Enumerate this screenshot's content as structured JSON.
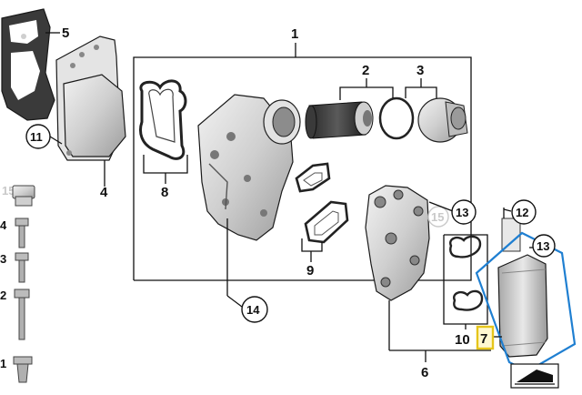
{
  "callouts": {
    "c1": "1",
    "c2": "2",
    "c3": "3",
    "c4": "4",
    "c5": "5",
    "c6": "6",
    "c7": "7",
    "c8": "8",
    "c9": "9",
    "c10": "10",
    "c11": "11",
    "c12": "12",
    "c13a": "13",
    "c13b": "13",
    "c14": "14",
    "c15a": "15",
    "c15b": "15",
    "side1": "4",
    "side2": "3",
    "side3": "2",
    "side4": "1"
  },
  "colors": {
    "highlight_outline": "#1f7fd1",
    "selected_box": "#e6c51a",
    "line": "#111111",
    "part_fill": "#dcdcdc"
  }
}
